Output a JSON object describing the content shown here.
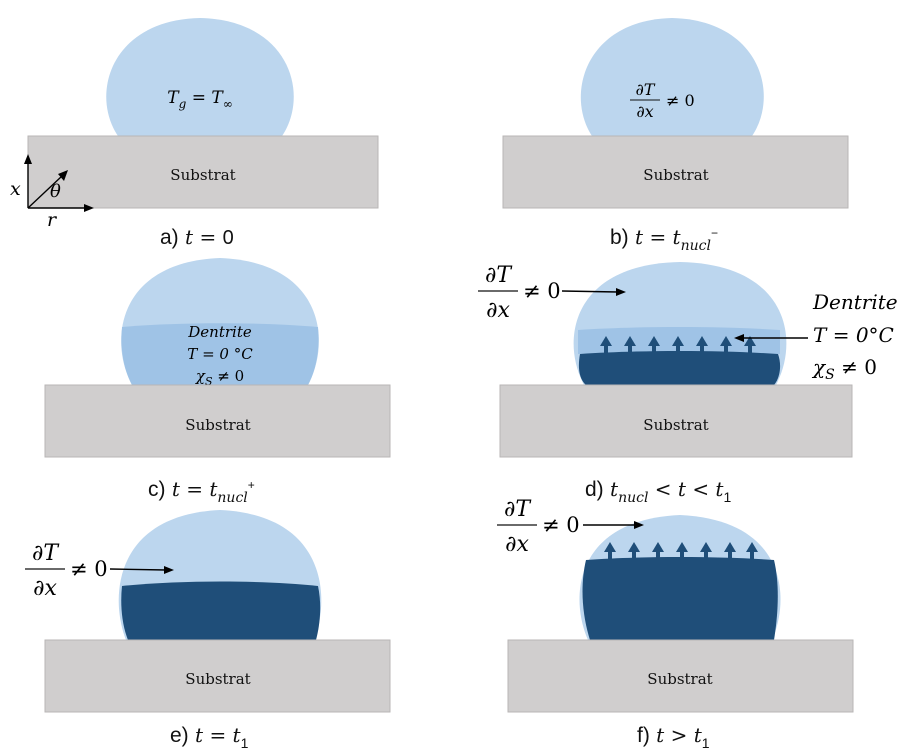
{
  "panels": [
    {
      "id": "a",
      "substrate_label": "Substrat",
      "caption_prefix": "a)",
      "caption_math": "t = 0",
      "inner_text": "T_g = T_∞"
    },
    {
      "id": "b",
      "substrate_label": "Substrat",
      "caption_prefix": "b)",
      "caption_math": "t = t_nucl⁻",
      "inner_text": "∂T/∂x ≠ 0"
    },
    {
      "id": "c",
      "substrate_label": "Substrat",
      "caption_prefix": "c)",
      "caption_math": "t = t_nucl⁺",
      "inner_lines": [
        "Dentrite",
        "T = 0 °C",
        "χ_S ≠ 0"
      ]
    },
    {
      "id": "d",
      "substrate_label": "Substrat",
      "caption_prefix": "d)",
      "caption_math": "t_nucl < t < t_1",
      "outer_gradient": "∂T/∂x ≠ 0",
      "right_lines": [
        "Dentrite",
        "T = 0°C",
        "χ_S ≠ 0"
      ]
    },
    {
      "id": "e",
      "substrate_label": "Substrat",
      "caption_prefix": "e)",
      "caption_math": "t = t_1",
      "outer_gradient": "∂T/∂x ≠ 0"
    },
    {
      "id": "f",
      "substrate_label": "Substrat",
      "caption_prefix": "f)",
      "caption_math": "t > t_1",
      "outer_gradient": "∂T/∂x ≠ 0"
    }
  ],
  "axes": {
    "x": "x",
    "theta": "θ",
    "r": "r"
  },
  "colors": {
    "droplet": "#bcd6ee",
    "dendrite_zone": "#9fc3e6",
    "solid_ice": "#1f4e79",
    "substrate": "#d0cece"
  }
}
